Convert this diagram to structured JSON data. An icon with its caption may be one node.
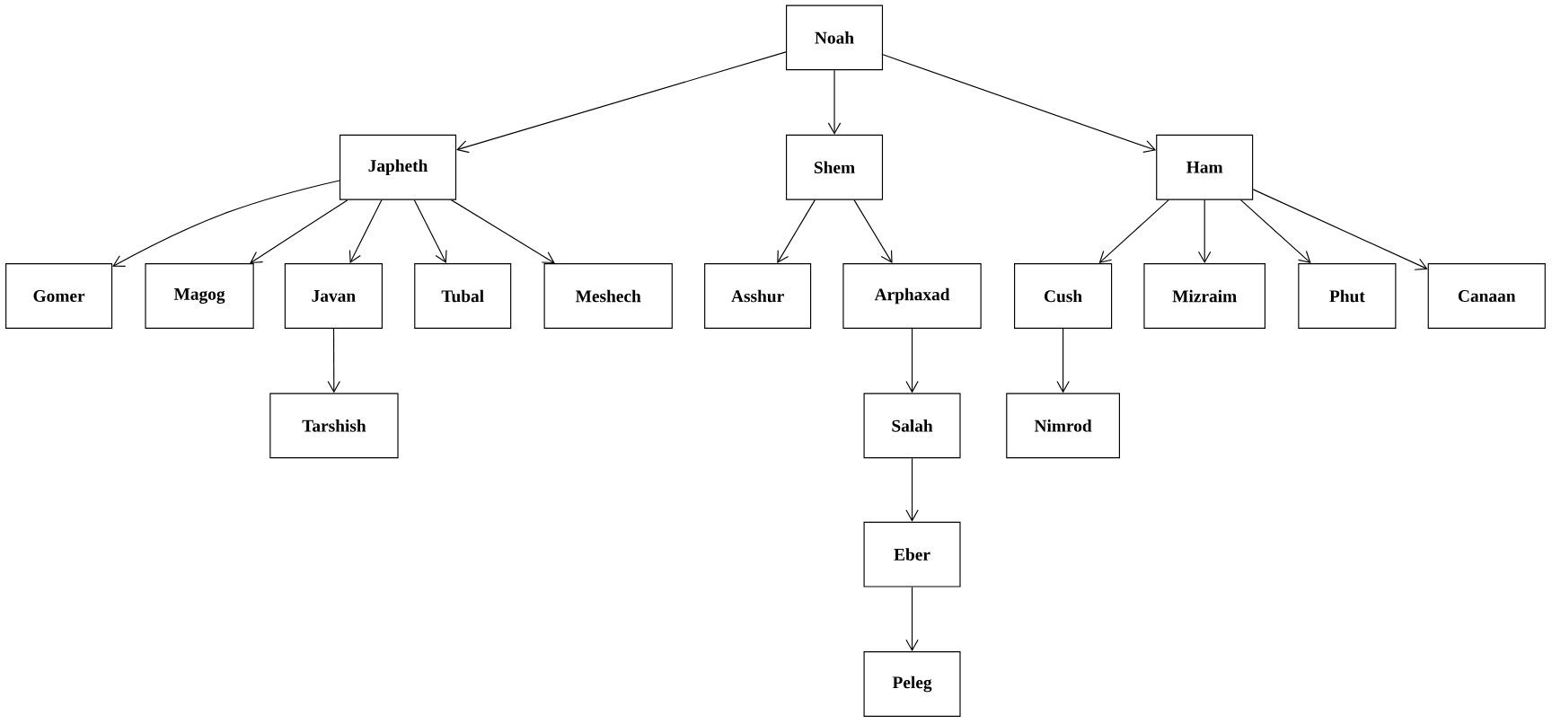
{
  "diagram": {
    "nodes": [
      {
        "text": [
          "Noah"
        ]
      },
      {
        "text": [
          "Japheth"
        ]
      },
      {
        "text": [
          "Shem"
        ]
      },
      {
        "text": [
          "Ham"
        ]
      },
      {
        "text": [
          "Gomer"
        ]
      },
      {
        "text": [
          "Magog"
        ]
      },
      {
        "text": [
          "Javan"
        ]
      },
      {
        "text": [
          "Tubal"
        ]
      },
      {
        "text": [
          "Meshech"
        ]
      },
      {
        "text": [
          "Asshur"
        ]
      },
      {
        "text": [
          "Arphaxad"
        ]
      },
      {
        "text": [
          "Cush"
        ]
      },
      {
        "text": [
          "Mizraim"
        ]
      },
      {
        "text": [
          "Phut"
        ]
      },
      {
        "text": [
          "Canaan"
        ]
      },
      {
        "text": [
          "Tarshish"
        ]
      },
      {
        "text": [
          "Salah"
        ]
      },
      {
        "text": [
          "Nimrod"
        ]
      },
      {
        "text": [
          "Eber"
        ]
      },
      {
        "text": [
          "Peleg"
        ]
      }
    ],
    "edges": [
      {
        "from": 0,
        "to": 1,
        "arrow": "to"
      },
      {
        "from": 0,
        "to": 2,
        "arrow": "to"
      },
      {
        "from": 0,
        "to": 3,
        "arrow": "to"
      },
      {
        "from": 1,
        "to": 4,
        "arrow": "to"
      },
      {
        "from": 1,
        "to": 5,
        "arrow": "to"
      },
      {
        "from": 1,
        "to": 6,
        "arrow": "to"
      },
      {
        "from": 1,
        "to": 7,
        "arrow": "to"
      },
      {
        "from": 1,
        "to": 8,
        "arrow": "to"
      },
      {
        "from": 2,
        "to": 9,
        "arrow": "to"
      },
      {
        "from": 2,
        "to": 10,
        "arrow": "to"
      },
      {
        "from": 3,
        "to": 11,
        "arrow": "to"
      },
      {
        "from": 3,
        "to": 12,
        "arrow": "to"
      },
      {
        "from": 3,
        "to": 13,
        "arrow": "to"
      },
      {
        "from": 3,
        "to": 14,
        "arrow": "to"
      },
      {
        "from": 6,
        "to": 15,
        "arrow": "to"
      },
      {
        "from": 10,
        "to": 16,
        "arrow": "to"
      },
      {
        "from": 11,
        "to": 17,
        "arrow": "to"
      },
      {
        "from": 16,
        "to": 18,
        "arrow": "to"
      },
      {
        "from": 18,
        "to": 19,
        "arrow": "to"
      }
    ]
  }
}
